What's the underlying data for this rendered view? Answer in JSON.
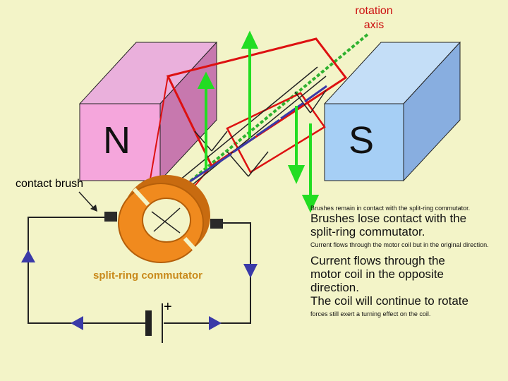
{
  "labels": {
    "rotation_axis": "rotation\naxis",
    "north_pole": "N",
    "south_pole": "S",
    "contact_brush": "contact brush",
    "commutator": "split-ring commutator",
    "battery_plus": "+"
  },
  "captions": [
    "Brushes remain in contact with the split-ring commutator.",
    "Brushes lose contact with the",
    "split-ring commutator.",
    "Current flows through the motor coil but in the original direction.",
    "Current flows through the",
    "motor coil in the opposite",
    "direction.",
    "The coil will continue to rotate",
    "forces still exert a turning effect on the coil."
  ],
  "colors": {
    "background": "#f3f4c8",
    "north_magnet": "#e89ad0",
    "south_magnet": "#9ec8f2",
    "force_arrow": "#22dd22",
    "field_arrow": "#3a3aa8",
    "coil": "#dd1111",
    "commutator": "#f08a1e"
  }
}
